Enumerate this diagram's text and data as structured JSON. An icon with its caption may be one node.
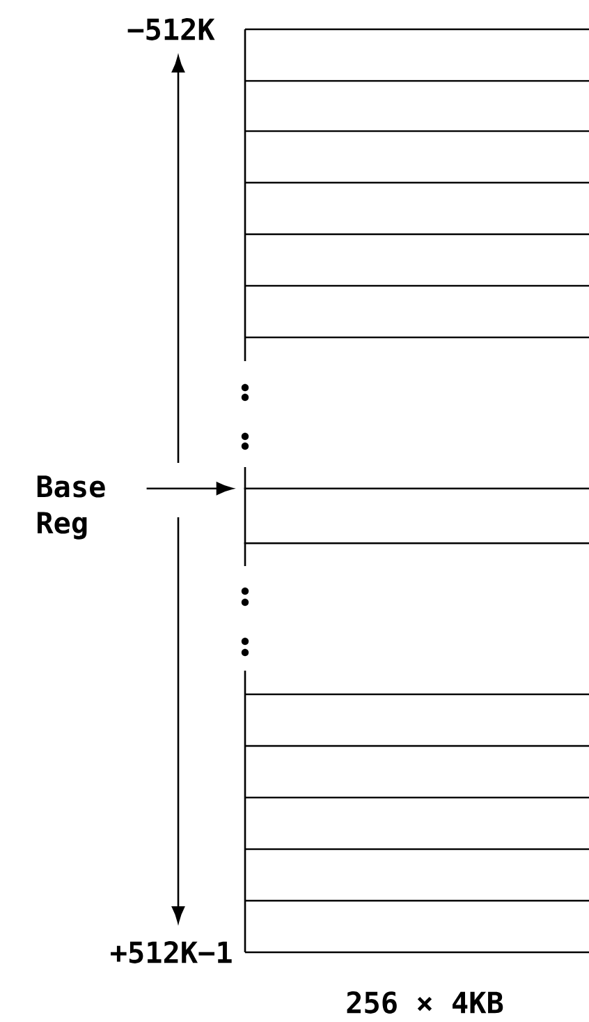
{
  "diagram": {
    "nodes": [
      {
        "text": [
          "Base Reg"
        ]
      },
      {
        "text": [],
        "shape": "box"
      }
    ],
    "edges": [
      {
        "from": 0,
        "to": 1,
        "arrow": "to"
      }
    ],
    "labels": [
      "−512K",
      "+512K−1",
      "256 × 4KB"
    ]
  }
}
